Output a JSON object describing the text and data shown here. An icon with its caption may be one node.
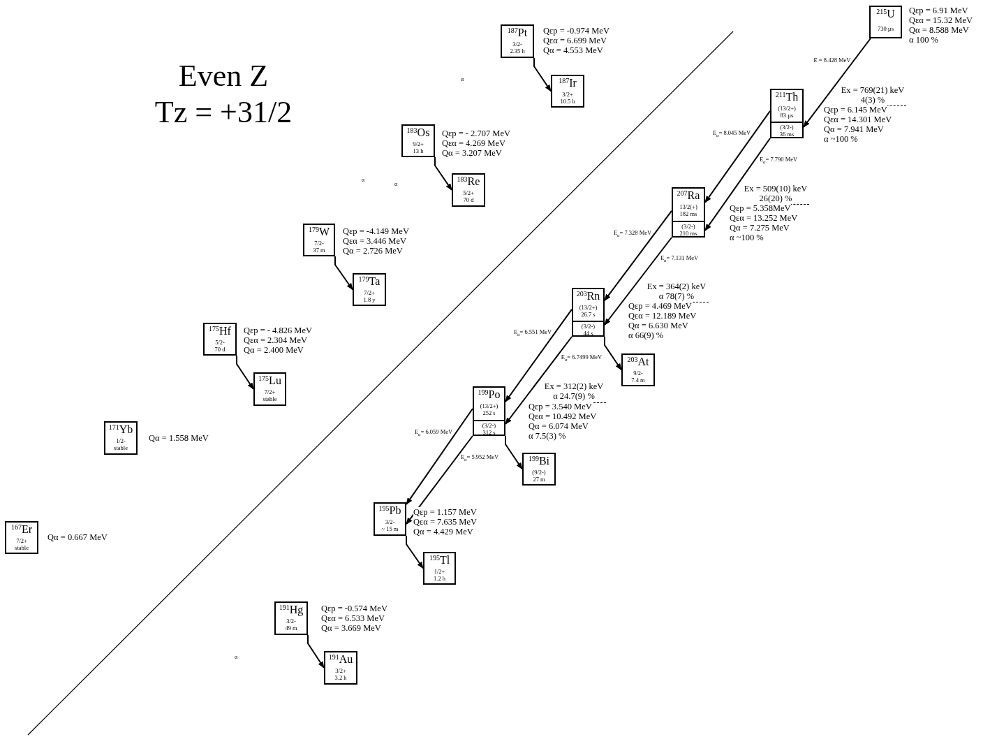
{
  "diagram": {
    "nodes": [
      {
        "text": [
          "$^{215}$U",
          "730 µs"
        ],
        "beside": [
          "Qεp = 6.91 MeV",
          "Qεα = 15.32 MeV",
          "Qα = 8.588 MeV",
          "α 100 %"
        ]
      },
      {
        "text": [
          "$^{211}$Th",
          "(13/2+)",
          "83 µs"
        ],
        "beside": [
          "Ex = 769(21) keV",
          "4(3) %",
          "Qεp = 6.145 MeV",
          "Qεα = 14.301 MeV",
          "Qα = 7.941 MeV",
          "α ~100 %"
        ]
      },
      {
        "text": [
          "(3/2-)",
          "36 ms"
        ],
        "in": 1
      },
      {
        "text": [
          "$^{207}$Ra",
          "13/2(+)",
          "182 ms"
        ],
        "beside": [
          "Ex = 509(10) keV",
          "26(20) %",
          "Qεp = 5.358MeV",
          "Qεα = 13.252 MeV",
          "Qα = 7.275 MeV",
          "α ~100 %"
        ]
      },
      {
        "text": [
          "(3/2-)",
          "210 ms"
        ],
        "in": 3
      },
      {
        "text": [
          "$^{203}$Rn",
          "(13/2+)",
          "26.7 s"
        ],
        "beside": [
          "Ex = 364(2) keV",
          "α 78(7) %",
          "Qεp = 4.469 MeV",
          "Qεα = 12.189 MeV",
          "Qα = 6.630 MeV",
          "α 66(9) %"
        ]
      },
      {
        "text": [
          "(3/2-)",
          "44 s"
        ],
        "in": 5
      },
      {
        "text": [
          "$^{203}$At",
          "9/2-",
          "7.4 m"
        ]
      },
      {
        "text": [
          "$^{199}$Po",
          "(13/2+)",
          "252 s"
        ],
        "beside": [
          "Ex = 312(2) keV",
          "α 24.7(9) %",
          "Qεp = 3.540 MeV",
          "Qεα = 10.492 MeV",
          "Qα = 6.074 MeV",
          "α 7.5(3) %"
        ]
      },
      {
        "text": [
          "(3/2-)",
          "312 s"
        ],
        "in": 8
      },
      {
        "text": [
          "$^{199}$Bi",
          "(9/2-)",
          "27 m"
        ]
      },
      {
        "text": [
          "$^{195}$Pb",
          "3/2-",
          "~ 15 m"
        ],
        "beside": [
          "Qεp = 1.157 MeV",
          "Qεα = 7.635 MeV",
          "Qα = 4.429 MeV"
        ]
      },
      {
        "text": [
          "$^{195}$Tl",
          "1/2+",
          "1.2 h"
        ]
      },
      {
        "text": [
          "$^{187}$Pt",
          "3/2-",
          "2.35 h"
        ],
        "beside": [
          "Qεp = -0.974 MeV",
          "Qεα = 6.699 MeV",
          "Qα = 4.553 MeV"
        ]
      },
      {
        "text": [
          "$^{187}$Ir",
          "3/2+",
          "10.5 h"
        ]
      },
      {
        "text": [
          "$^{183}$Os",
          "9/2+",
          "13 h"
        ],
        "beside": [
          "Qεp = - 2.707 MeV",
          "Qεα = 4.269 MeV",
          "Qα = 3.207 MeV"
        ]
      },
      {
        "text": [
          "$^{183}$Re",
          "5/2+",
          "70 d"
        ]
      },
      {
        "text": [
          "$^{179}$W",
          "7/2-",
          "37 m"
        ],
        "beside": [
          "Qεp = -4.149 MeV",
          "Qεα = 3.446 MeV",
          "Qα = 2.726 MeV"
        ]
      },
      {
        "text": [
          "$^{179}$Ta",
          "7/2+",
          "1.8 y"
        ]
      },
      {
        "text": [
          "$^{175}$Hf",
          "5/2-",
          "70 d"
        ],
        "beside": [
          "Qεp = - 4.826 MeV",
          "Qεα = 2.304 MeV",
          "Qα = 2.400 MeV"
        ]
      },
      {
        "text": [
          "$^{175}$Lu",
          "7/2+",
          "stable"
        ]
      },
      {
        "text": [
          "$^{171}$Yb",
          "1/2-",
          "stable"
        ],
        "beside": [
          "Qα = 1.558 MeV"
        ]
      },
      {
        "text": [
          "$^{167}$Er",
          "7/2+",
          "stable"
        ],
        "beside": [
          "Qα = 0.667 MeV"
        ]
      },
      {
        "text": [
          "$^{191}$Hg",
          "3/2-",
          "49 m"
        ],
        "beside": [
          "Qεp = -0.574 MeV",
          "Qεα = 6.533 MeV",
          "Qα = 3.669 MeV"
        ]
      },
      {
        "text": [
          "$^{191}$Au",
          "3/2+",
          "3.2 h"
        ]
      }
    ],
    "edges": [
      {
        "from": 0,
        "to": 2,
        "arrow": "to",
        "label": "E = 8.428 MeV"
      },
      {
        "from": 1,
        "to": 3,
        "arrow": "to",
        "label": "E$_{α}$= 8.045 MeV"
      },
      {
        "from": 2,
        "to": 4,
        "arrow": "to",
        "label": "E$_{α}$= 7.790 MeV"
      },
      {
        "from": 3,
        "to": 5,
        "arrow": "to",
        "label": "E$_{α}$= 7.328 MeV"
      },
      {
        "from": 4,
        "to": 6,
        "arrow": "to",
        "label": "E$_{α}$= 7.131 MeV"
      },
      {
        "from": 5,
        "to": 8,
        "arrow": "to",
        "label": "E$_{α}$= 6.551 MeV"
      },
      {
        "from": 6,
        "to": 9,
        "arrow": "to",
        "label": "E$_{α}$= 6.7499 MeV"
      },
      {
        "from": 8,
        "to": 11,
        "arrow": "to",
        "label": "E$_{α}$= 6.059 MeV"
      },
      {
        "from": 9,
        "to": 11,
        "arrow": "to",
        "label": "E$_{α}$= 5.952 MeV"
      },
      {
        "from": 6,
        "to": 7,
        "arrow": "to"
      },
      {
        "from": 9,
        "to": 10,
        "arrow": "to"
      },
      {
        "from": 11,
        "to": 12,
        "arrow": "to"
      },
      {
        "from": 13,
        "to": 14,
        "arrow": "to"
      },
      {
        "from": 15,
        "to": 16,
        "arrow": "to"
      },
      {
        "from": 17,
        "to": 18,
        "arrow": "to"
      },
      {
        "from": 19,
        "to": 20,
        "arrow": "to"
      },
      {
        "from": 23,
        "to": 24,
        "arrow": "to"
      }
    ],
    "labels": [
      "Even Z",
      "Tz = +31/2",
      "α",
      "α",
      "α",
      "α"
    ]
  }
}
